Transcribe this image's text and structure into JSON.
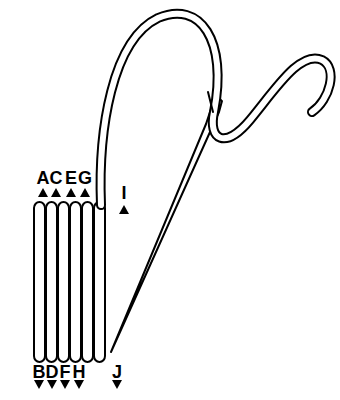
{
  "diagram": {
    "labels": [
      "A",
      "C",
      "E",
      "G",
      "I",
      "B",
      "D",
      "F",
      "H",
      "J"
    ]
  }
}
